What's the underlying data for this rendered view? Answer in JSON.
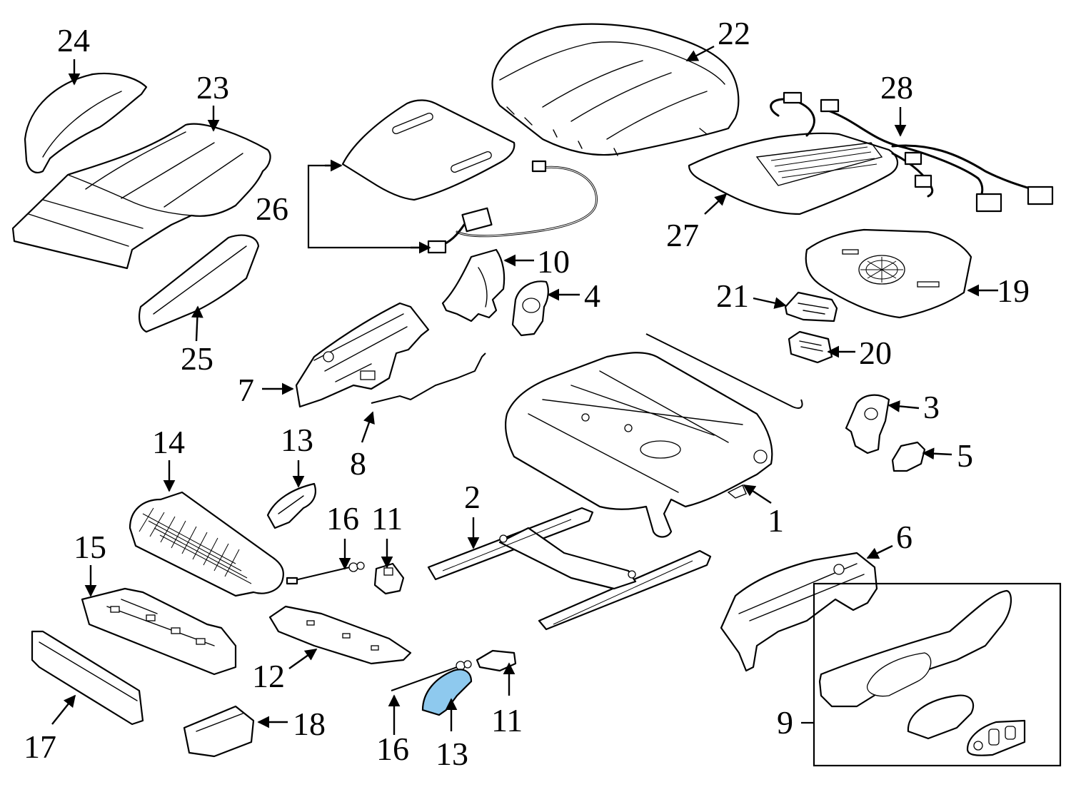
{
  "diagram": {
    "callouts": [
      "1",
      "2",
      "3",
      "4",
      "5",
      "6",
      "7",
      "8",
      "9",
      "10",
      "11",
      "11",
      "12",
      "13",
      "13",
      "14",
      "15",
      "16",
      "16",
      "17",
      "18",
      "19",
      "20",
      "21",
      "22",
      "23",
      "24",
      "25",
      "26",
      "27",
      "28"
    ],
    "colors": {
      "line": "#000000",
      "background": "#ffffff",
      "highlighted_part": "#8ec9ee"
    },
    "highlighted_part_label": "13"
  }
}
